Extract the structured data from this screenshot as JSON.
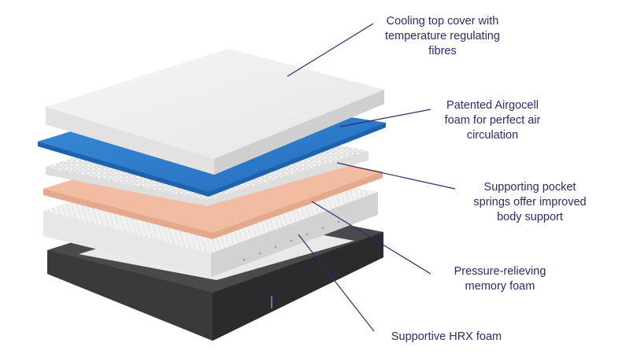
{
  "diagram": {
    "layers": [
      {
        "id": "cover",
        "label": "Cooling top cover with\ntemperature regulating\nfibres"
      },
      {
        "id": "airgocell",
        "label": "Patented Airgocell\nfoam for perfect air\ncirculation"
      },
      {
        "id": "springs",
        "label": "Supporting pocket\nsprings offer improved\nbody support"
      },
      {
        "id": "memory",
        "label": "Pressure-relieving\nmemory foam"
      },
      {
        "id": "hrx",
        "label": "Supportive HRX foam"
      }
    ],
    "colors": {
      "label_text": "#2a2a6e",
      "leader_line": "#2a2a6e",
      "cover": "#eeeeee",
      "airgocell": "#2e7fd0",
      "springs": "#f1f1f1",
      "memory": "#f2bca2",
      "hrx": "#f0f0f0",
      "base": "#3a3a3c"
    }
  }
}
